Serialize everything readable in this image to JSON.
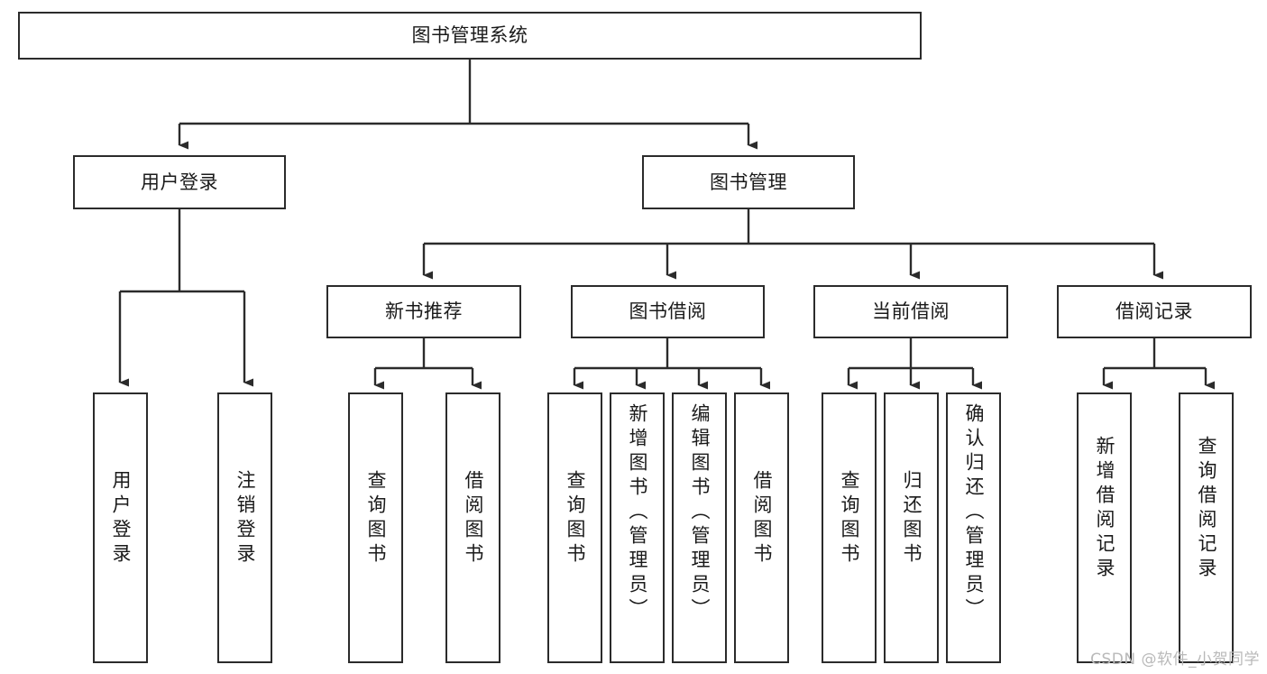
{
  "diagram": {
    "type": "tree-hierarchy",
    "title": "图书管理系统",
    "watermark": "CSDN @软件_小贺同学",
    "colors": {
      "box_border": "#2b2b2b",
      "box_fill": "#ffffff",
      "edge": "#2b2b2b",
      "text": "#1a1a1a",
      "watermark": "#b9b9b9"
    },
    "levels": {
      "root": {
        "label": "图书管理系统"
      },
      "level2": [
        {
          "label": "用户登录"
        },
        {
          "label": "图书管理"
        }
      ],
      "level3": [
        {
          "label": "新书推荐"
        },
        {
          "label": "图书借阅"
        },
        {
          "label": "当前借阅"
        },
        {
          "label": "借阅记录"
        }
      ],
      "leaves": {
        "user_login": [
          {
            "label": "用户登录"
          },
          {
            "label": "注销登录"
          }
        ],
        "new_book_recommend": [
          {
            "label": "查询图书"
          },
          {
            "label": "借阅图书"
          }
        ],
        "book_borrow": [
          {
            "label": "查询图书"
          },
          {
            "label": "新增图书（管理员）"
          },
          {
            "label": "编辑图书（管理员）"
          },
          {
            "label": "借阅图书"
          }
        ],
        "current_borrow": [
          {
            "label": "查询图书"
          },
          {
            "label": "归还图书"
          },
          {
            "label": "确认归还（管理员）"
          }
        ],
        "borrow_record": [
          {
            "label": "新增借阅记录"
          },
          {
            "label": "查询借阅记录"
          }
        ]
      }
    }
  }
}
